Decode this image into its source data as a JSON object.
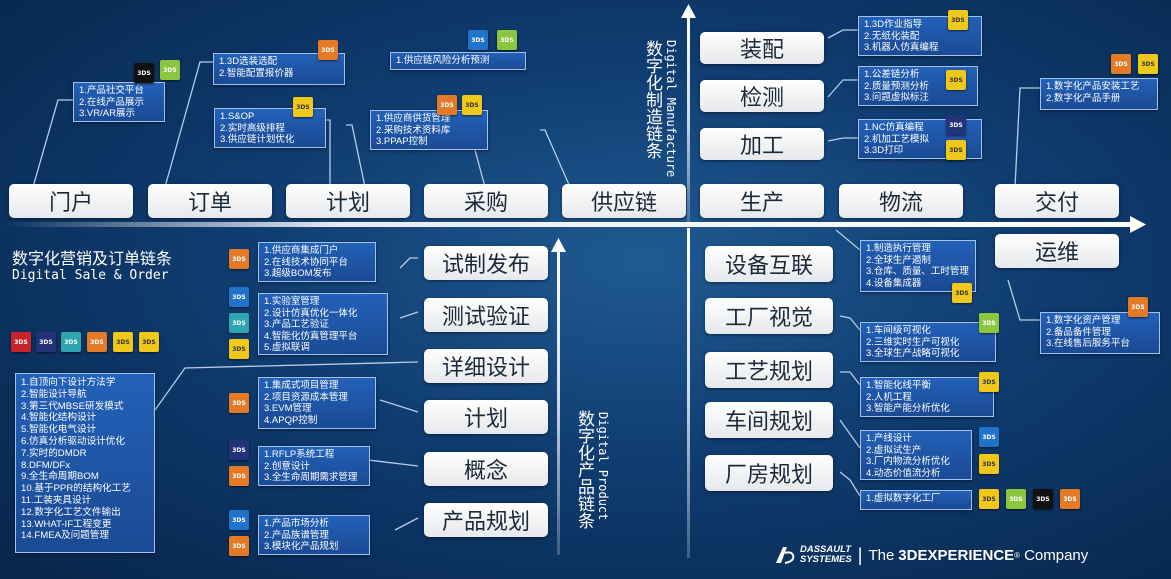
{
  "colors": {
    "background": "#0f3c70",
    "box_fill": "#2361b8",
    "axis": "#ffffff"
  },
  "axes": {
    "top_left_title": "数字化营销及订单链条",
    "top_left_sub": "Digital Sale & Order",
    "top_right_title": "数字化制造链条",
    "top_right_sub": "Digital Manufacture",
    "bottom_title": "数字化产品链条",
    "bottom_sub": "Digital Product"
  },
  "top_pills": [
    "门户",
    "订单",
    "计划",
    "采购",
    "供应链",
    "生产",
    "物流",
    "交付"
  ],
  "yunwei": "运维",
  "assembly_pills": [
    "装配",
    "检测",
    "加工"
  ],
  "left_pills": [
    "试制发布",
    "测试验证",
    "详细设计",
    "计划",
    "概念",
    "产品规划"
  ],
  "right_pills": [
    "设备互联",
    "工厂视觉",
    "工艺规划",
    "车间规划",
    "厂房规划"
  ],
  "boxes": {
    "portal": [
      "1.产品社交平台",
      "2.在线产品展示",
      "3.VR/AR展示"
    ],
    "order": [
      "1.3D选装选配",
      "2.智能配置报价器"
    ],
    "plan": [
      "1.S&OP",
      "2.实时高级排程",
      "3.供应链计划优化"
    ],
    "supply_risk": [
      "1.供应链风险分析预测"
    ],
    "purchase": [
      "1.供应商供货管理",
      "2.采购技术资料库",
      "3.PPAP控制"
    ],
    "assembly": [
      "1.3D作业指导",
      "2.无纸化装配",
      "3.机器人仿真编程"
    ],
    "inspection": [
      "1.公差链分析",
      "2.质量预测分析",
      "3.问题虚拟标注"
    ],
    "machining": [
      "1.NC仿真编程",
      "2.机加工艺模拟",
      "3.3D打印"
    ],
    "delivery": [
      "1.数字化产品安装工艺",
      "2.数字化产品手册"
    ],
    "production": [
      "1.制造执行管理",
      "2.全球生产遏制",
      "3.仓库、质量、工时管理",
      "4.设备集成器"
    ],
    "operation": [
      "1.数字化资产管理",
      "2.备品备件管理",
      "3.在线售后服务平台"
    ],
    "trial_release": [
      "1.供应商集成门户",
      "2.在线技术协同平台",
      "3.超级BOM发布"
    ],
    "testing": [
      "1.实验室管理",
      "2.设计仿真优化一体化",
      "3.产品工艺验证",
      "4.智能化仿真管理平台",
      "5.虚拟联调"
    ],
    "detail_design": [
      "1.自顶向下设计方法学",
      "2.智能设计导航",
      "3.第三代MBSE研发模式",
      "4.智能化结构设计",
      "5.智能化电气设计",
      "6.仿真分析驱动设计优化",
      "7.实时的DMDR",
      "8.DFM/DFx",
      "9.全生命周期BOM",
      "10.基于PPR的结构化工艺",
      "11.工装夹具设计",
      "12.数字化工艺文件输出",
      "13.WHAT-IF工程变更",
      "14.FMEA及问题管理"
    ],
    "project_plan": [
      "1.集成式项目管理",
      "2.项目资源成本管理",
      "3.EVM管理",
      "4.APQP控制"
    ],
    "concept": [
      "1.RFLP系统工程",
      "2.创意设计",
      "3.全生命周期需求管理"
    ],
    "product_plan": [
      "1.产品市场分析",
      "2.产品族谱管理",
      "3.模块化产品规划"
    ],
    "shop_vision": [
      "1.车间级可视化",
      "2.三维实时生产可视化",
      "3.全球生产战略可视化"
    ],
    "process_plan": [
      "1.智能化线平衡",
      "2.人机工程",
      "3.智能产能分析优化"
    ],
    "workshop_plan": [
      "1.产线设计",
      "2.虚拟试生产",
      "3.厂内物流分析优化",
      "4.动态价值流分析"
    ],
    "plant_plan": [
      "1.虚拟数字化工厂"
    ]
  },
  "footer": {
    "brand_line1": "DASSAULT",
    "brand_line2": "SYSTEMES",
    "sep": "|",
    "the": "The",
    "experience": "3DEXPERIENCE",
    "reg": "®",
    "company": "Company"
  }
}
